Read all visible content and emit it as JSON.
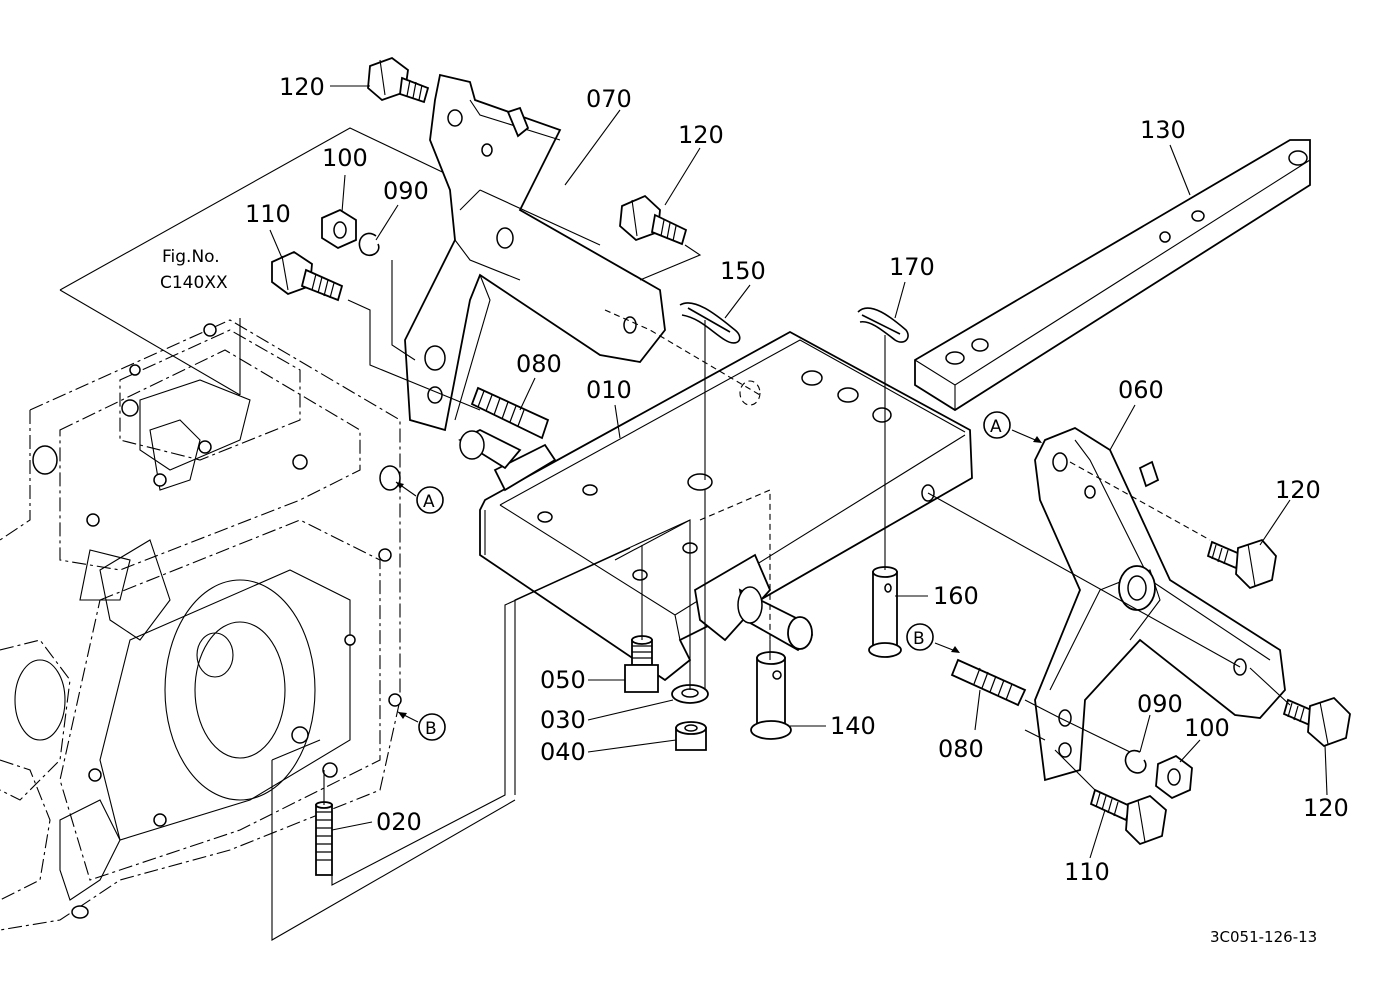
{
  "diagram_id": "3C051-126-13",
  "figure_ref": {
    "line1": "Fig.No.",
    "line2": "C140XX"
  },
  "ref_markers": {
    "a": "A",
    "b": "B"
  },
  "callouts": {
    "p120_top": "120",
    "p070": "070",
    "p120_mid": "120",
    "p130": "130",
    "p100_left": "100",
    "p090_left": "090",
    "p110_left": "110",
    "p150": "150",
    "p170": "170",
    "p080_left": "080",
    "p010": "010",
    "p060": "060",
    "p120_right": "120",
    "p160": "160",
    "p050": "050",
    "p030": "030",
    "p040": "040",
    "p140": "140",
    "p080_right": "080",
    "p090_right": "090",
    "p100_right": "100",
    "p120_right_low": "120",
    "p020": "020",
    "p110_right": "110"
  }
}
